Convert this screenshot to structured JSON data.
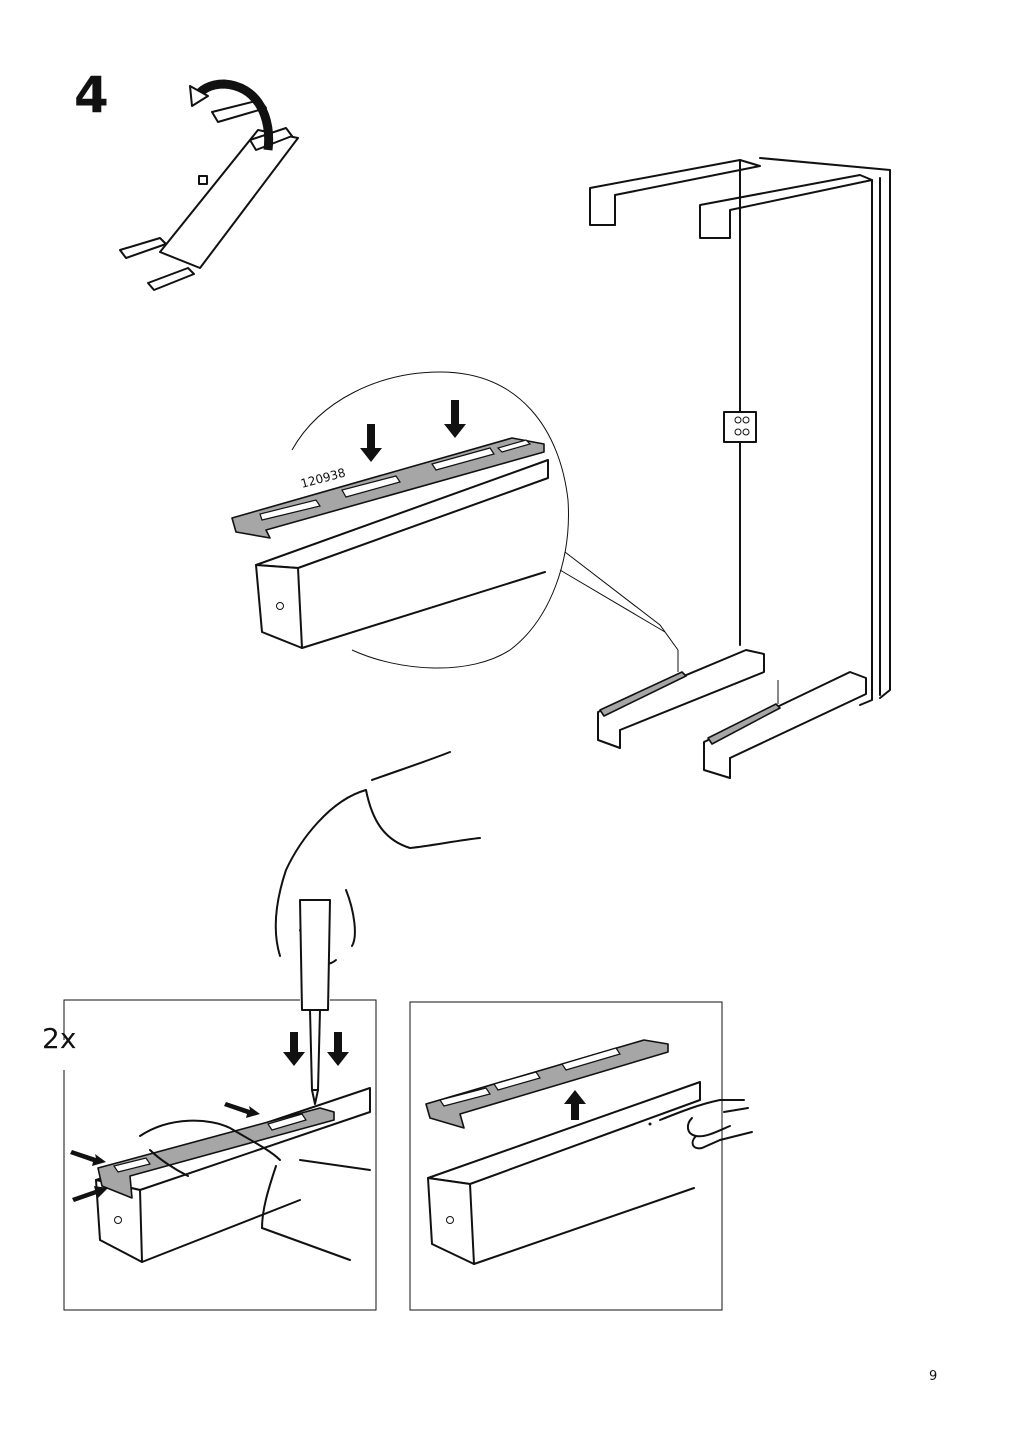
{
  "step": {
    "number": "4",
    "multiplier": "2x"
  },
  "detail": {
    "part_number": "120938"
  },
  "footer": {
    "page_number": "9"
  },
  "icons": [
    "rotate-arrow-icon",
    "press-down-arrow-icon",
    "lift-up-arrow-icon",
    "pointing-hand-icon",
    "screwdriver-icon"
  ]
}
